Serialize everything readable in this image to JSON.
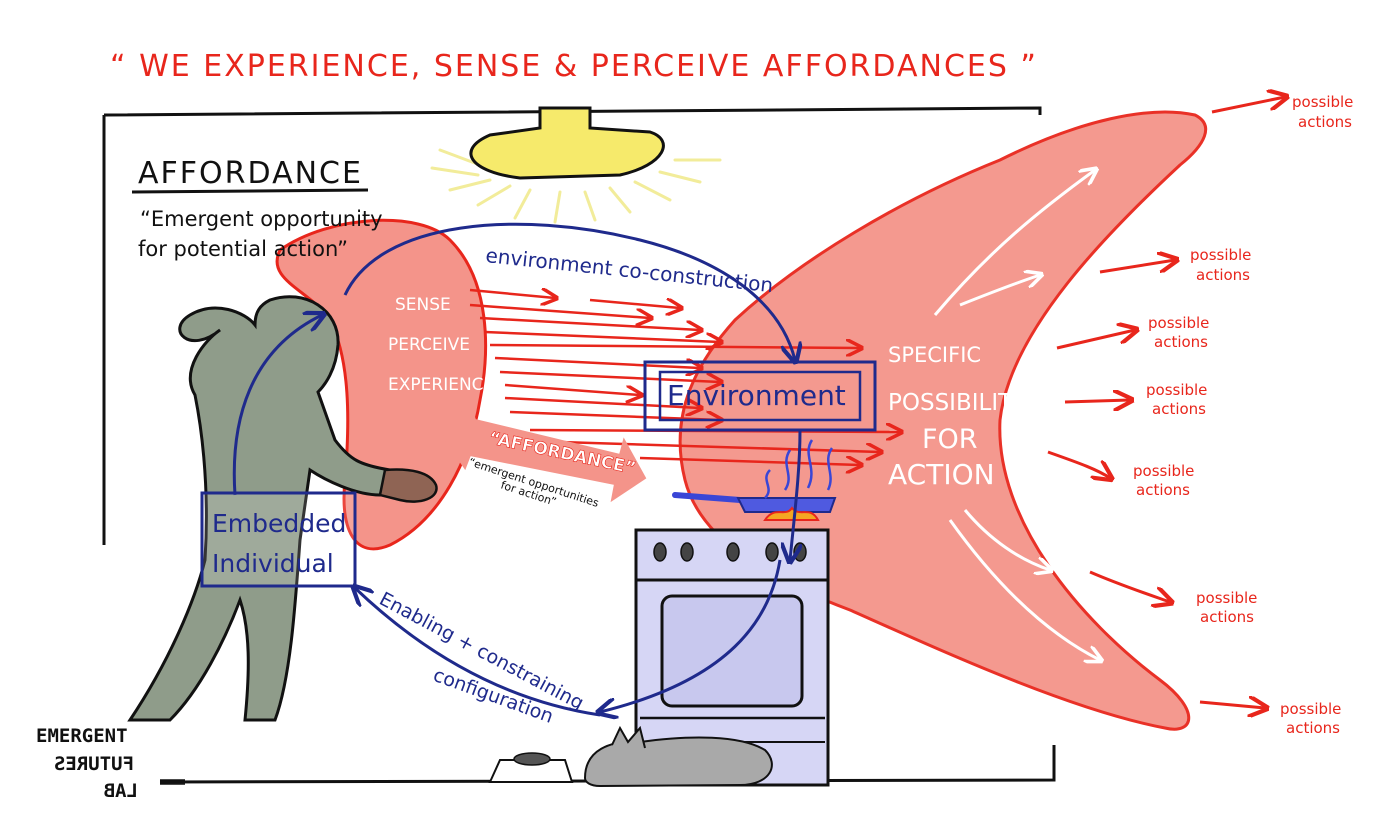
{
  "title": "“ WE EXPERIENCE, SENSE & PERCEIVE AFFORDANCES ”",
  "heading": "AFFORDANCE",
  "definition_line1": "“Emergent opportunity",
  "definition_line2": "for potential action”",
  "sense_words": [
    "SENSE",
    "PERCEIVE",
    "EXPERIENCE"
  ],
  "environment_coconstruction": "environment co-construction",
  "environment_label": "Environment",
  "affordance_arrow_label": "“AFFORDANCE”",
  "affordance_note_line1": "“emergent opportunities",
  "affordance_note_line2": "for action”",
  "embedded_line1": "Embedded",
  "embedded_line2": "Individual",
  "enabling_line1": "Enabling + constraining",
  "enabling_line2": "configuration",
  "possibilities_lines": [
    "SPECIFIC",
    "POSSIBILITIES",
    "FOR",
    "ACTION"
  ],
  "possible_actions": [
    {
      "line1": "possible",
      "line2": "actions"
    },
    {
      "line1": "possible",
      "line2": "actions"
    },
    {
      "line1": "possible",
      "line2": "actions"
    },
    {
      "line1": "possible",
      "line2": "actions"
    },
    {
      "line1": "possible",
      "line2": "actions"
    },
    {
      "line1": "possible",
      "line2": "actions"
    },
    {
      "line1": "possible",
      "line2": "actions"
    }
  ],
  "logo": {
    "line1": "EMERGENT",
    "line2": "FUTURES",
    "line3": "LAB"
  },
  "colors": {
    "red": "#e8261c",
    "salmon": "#f4948a",
    "blue": "#1f2a8c",
    "person": "#8f9c8a",
    "stove": "#d6d6f5",
    "lamp": "#f6ea6b"
  }
}
